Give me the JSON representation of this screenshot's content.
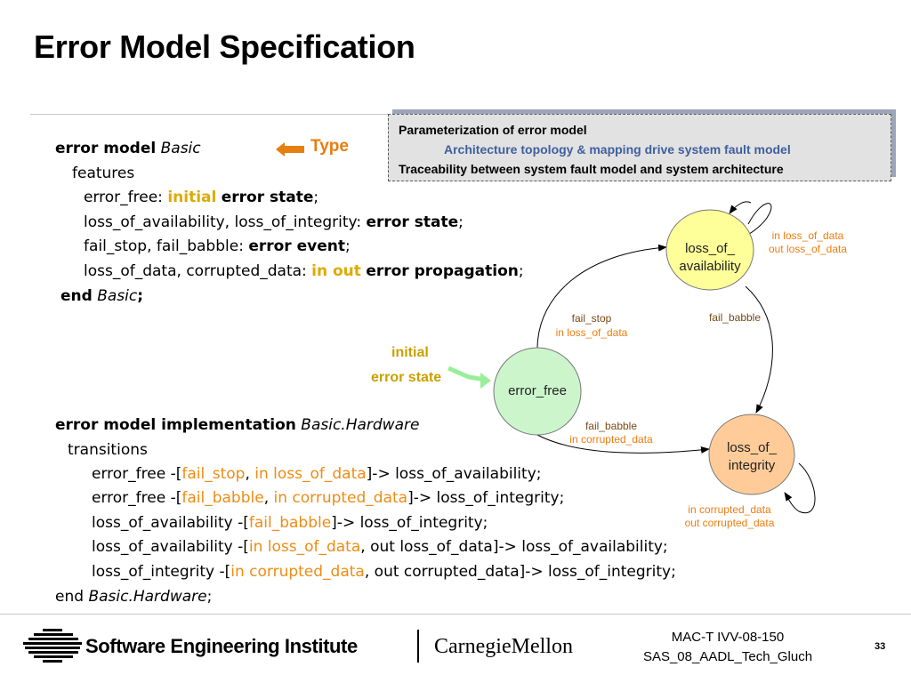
{
  "title": "Error Model Specification",
  "note": {
    "line1": "Parameterization of error model",
    "line2": "Architecture topology & mapping drive system fault model",
    "line3": "Traceability between system fault model and system architecture"
  },
  "type_annotation": "Type",
  "initial_annotation": [
    "initial",
    "error state"
  ],
  "type_spec": {
    "kw_error_model": "error model",
    "name": "Basic",
    "kw_features": "features",
    "f1_name": "error_free:",
    "f1_initial": "initial",
    "f1_kind": "error state",
    "f2_names": "loss_of_availability, loss_of_integrity:",
    "f2_kind": "error state",
    "f3_names": "fail_stop, fail_babble:",
    "f3_kind": "error event",
    "f4_names": "loss_of_data, corrupted_data:",
    "f4_dir": "in out",
    "f4_kind": "error propagation",
    "kw_end": "end",
    "end_name": "Basic",
    "semi": ";"
  },
  "impl_spec": {
    "kw_impl": "error model implementation",
    "name": "Basic.Hardware",
    "kw_transitions": "transitions",
    "kw_end": "end",
    "end_name": "Basic.Hardware",
    "semi": ";",
    "t1": {
      "src": "error_free -[",
      "a": "fail_stop",
      "sep": ", ",
      "b": "in loss_of_data",
      "dst": "]-> loss_of_availability;"
    },
    "t2": {
      "src": "error_free -[",
      "a": "fail_babble",
      "sep": ", ",
      "b": "in corrupted_data",
      "dst": "]-> loss_of_integrity;"
    },
    "t3": {
      "src": "loss_of_availability -[",
      "a": "fail_babble",
      "dst": "]-> loss_of_integrity;"
    },
    "t4": {
      "src": "loss_of_availability -[",
      "a": "in loss_of_data",
      "rest": ", out loss_of_data]-> loss_of_availability;"
    },
    "t5": {
      "src": "loss_of_integrity -[",
      "a": "in corrupted_data",
      "rest": ", out corrupted_data]-> loss_of_integrity;"
    }
  },
  "diagram": {
    "states": {
      "error_free": "error_free",
      "loss_av_1": "loss_of_",
      "loss_av_2": "availability",
      "loss_int_1": "loss_of_",
      "loss_int_2": "integrity"
    },
    "labels": {
      "stop_ev": "fail_stop",
      "stop_in": "in loss_of_data",
      "babble_ef": "fail_babble",
      "babble_ef_in": "in corrupted_data",
      "babble_la": "fail_babble",
      "self_la_in": "in loss_of_data",
      "self_la_out": "out loss_of_data",
      "self_li_in": "in corrupted_data",
      "self_li_out": "out corrupted_data"
    },
    "colors": {
      "error_free_fill": "#ccf5cc",
      "loss_of_availability_fill": "#ffff99",
      "loss_of_integrity_fill": "#ffcc99",
      "event_label": "#7a4a14",
      "propagation_label": "#ee7d10"
    }
  },
  "footer": {
    "sei": "Software Engineering Institute",
    "cmu": "CarnegieMellon",
    "mac1": "MAC-T IVV-08-150",
    "mac2": "SAS_08_AADL_Tech_Gluch",
    "page": "33"
  },
  "accent_colors": {
    "title": "#000000",
    "keyword_orange": "#ee8c14",
    "keyword_gold": "#ddaa00",
    "note_blue": "#3f5f9e"
  }
}
